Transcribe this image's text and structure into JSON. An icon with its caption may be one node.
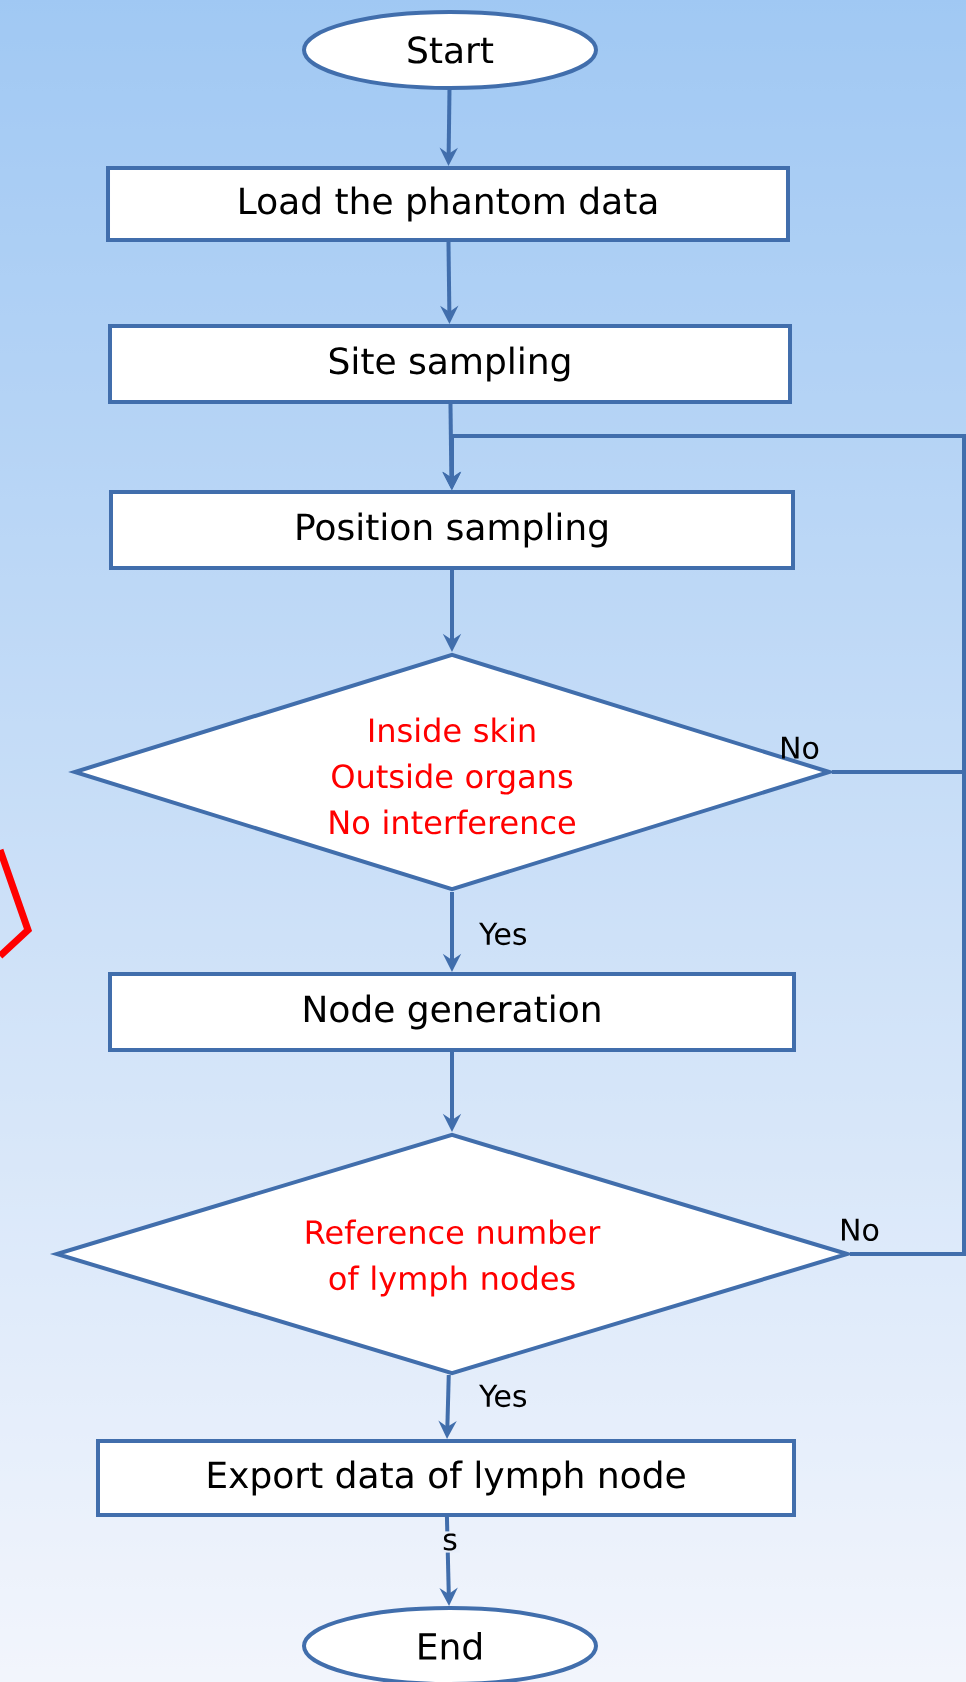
{
  "diagram": {
    "nodes": [
      {
        "text": [
          "Start"
        ]
      },
      {
        "text": [
          "Load the phantom data"
        ]
      },
      {
        "text": [
          "Site sampling"
        ]
      },
      {
        "text": [
          "Position sampling"
        ]
      },
      {
        "text": [
          "Inside skin",
          "Outside organs",
          "No interference"
        ]
      },
      {
        "text": [
          "Node generation"
        ]
      },
      {
        "text": [
          "Reference number of lymph nodes"
        ]
      },
      {
        "text": [
          "Export data of lymph node"
        ]
      },
      {
        "text": [
          "End"
        ]
      }
    ],
    "edges": [
      {
        "from": 0,
        "to": 1,
        "arrow": "to"
      },
      {
        "from": 1,
        "to": 2,
        "arrow": "to"
      },
      {
        "from": 2,
        "to": 3,
        "arrow": "to"
      },
      {
        "from": 3,
        "to": 4,
        "arrow": "to"
      },
      {
        "from": 4,
        "to": 5,
        "arrow": "to",
        "label": "Yes"
      },
      {
        "from": 5,
        "to": 6,
        "arrow": "to"
      },
      {
        "from": 6,
        "to": 7,
        "arrow": "to",
        "label": "Yes"
      },
      {
        "from": 7,
        "to": 8,
        "arrow": "to",
        "label": "s"
      },
      {
        "from": 4,
        "to": 3,
        "arrow": "to",
        "label": "No"
      },
      {
        "from": 6,
        "to": 3,
        "arrow": "to",
        "label": "No"
      }
    ]
  }
}
